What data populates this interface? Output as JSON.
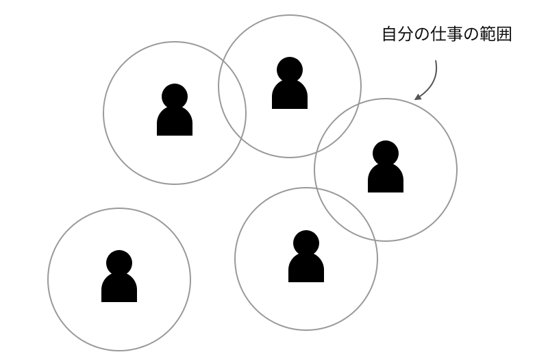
{
  "annotation": {
    "label": "自分の仕事の範囲"
  },
  "people": [
    {
      "id": "person-1",
      "icon": "person-icon"
    },
    {
      "id": "person-2",
      "icon": "person-icon"
    },
    {
      "id": "person-3",
      "icon": "person-icon"
    },
    {
      "id": "person-4",
      "icon": "person-icon"
    },
    {
      "id": "person-5",
      "icon": "person-icon"
    }
  ],
  "colors": {
    "circle_stroke": "#999999",
    "person_fill": "#000000",
    "arrow": "#555555",
    "text": "#111111"
  }
}
